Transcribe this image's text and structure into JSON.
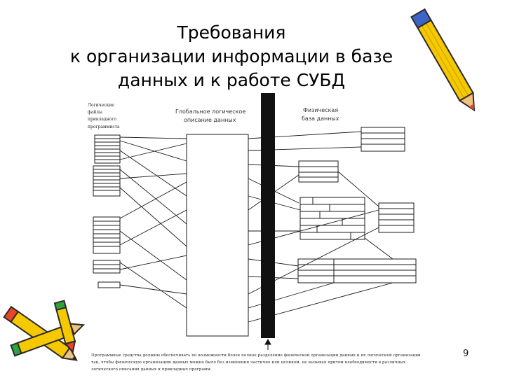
{
  "title": {
    "lines": [
      "Требования",
      "к организации информации в базе",
      "данных и к работе СУБД"
    ]
  },
  "diagram": {
    "left_label_lines": [
      "Логические",
      "файлы",
      "прикладного",
      "программиста"
    ],
    "center_label_lines": [
      "Глобальное логическое",
      "описание данных"
    ],
    "right_label_lines": [
      "Физическая",
      "база данных"
    ]
  },
  "caption": "Программные средства должны обеспечивать по возможности более полное разделение физической организации данных и их логической организации так, чтобы физическую организацию данных можно было без изменения частично или целиком, не вызывая притом необходимости в различных логического описания данных и прикладных программ.",
  "page_number": "9",
  "colors": {
    "pencil_body": "#f5c800",
    "pencil_outline": "#2a2a2a",
    "pencil_tip": "#e8452a",
    "pencil_eraser": "#3d64c8",
    "pencil_band": "#2fa33a",
    "diagram_ink": "#1a1a1a"
  },
  "icons": [
    "pencil-right-icon",
    "pencils-left-icon"
  ]
}
